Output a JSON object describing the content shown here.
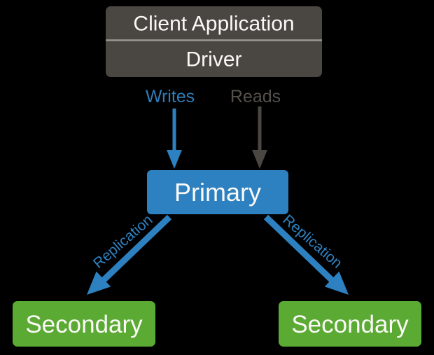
{
  "diagram": {
    "nodes": {
      "client": {
        "title": "Client Application",
        "subtitle": "Driver"
      },
      "primary": {
        "label": "Primary"
      },
      "secondary_left": {
        "label": "Secondary"
      },
      "secondary_right": {
        "label": "Secondary"
      }
    },
    "edges": {
      "writes": {
        "label": "Writes"
      },
      "reads": {
        "label": "Reads"
      },
      "replication_left": {
        "label": "Replication"
      },
      "replication_right": {
        "label": "Replication"
      }
    },
    "colors": {
      "background": "#000000",
      "client_box": "#4a4642",
      "client_divider": "#9b9792",
      "box_text": "#faf9f7",
      "blue": "#2e81c0",
      "writes_text": "#2e7cb8",
      "reads_gray": "#54504c",
      "reads_arrow": "#4a4743",
      "green": "#5baa33"
    }
  }
}
